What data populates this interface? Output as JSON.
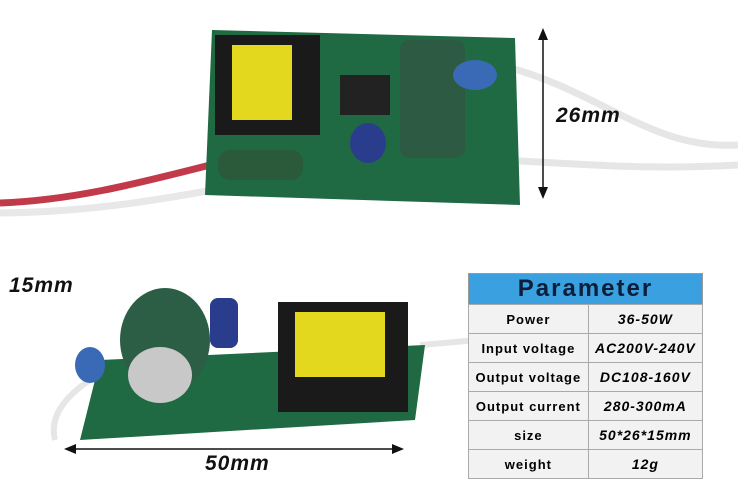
{
  "dimensions": {
    "width": "26mm",
    "height": "15mm",
    "length": "50mm"
  },
  "parameters": {
    "title": "Parameter",
    "rows": [
      {
        "label": "Power",
        "value": "36-50W"
      },
      {
        "label": "Input voltage",
        "value": "AC200V-240V"
      },
      {
        "label": "Output voltage",
        "value": "DC108-160V"
      },
      {
        "label": "Output current",
        "value": "280-300mA"
      },
      {
        "label": "size",
        "value": "50*26*15mm"
      },
      {
        "label": "weight",
        "value": "12g"
      }
    ]
  }
}
